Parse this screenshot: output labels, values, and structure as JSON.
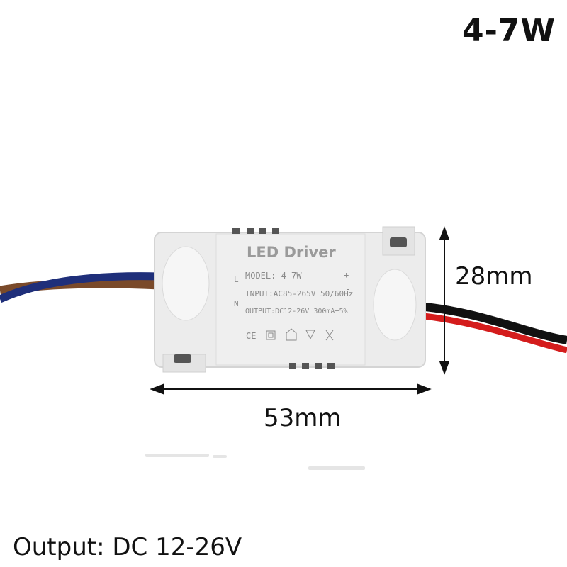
{
  "wattage": "4-7W",
  "dimensions": {
    "height": "28mm",
    "width": "53mm"
  },
  "output_spec": "Output: DC 12-26V",
  "driver_label": {
    "title": "LED Driver",
    "model": "MODEL: 4-7W",
    "input": "INPUT:AC85-265V 50/60Hz",
    "output": "OUTPUT:DC12-26V 300mA±5%",
    "pin_l": "L",
    "pin_n": "N",
    "plus": "+",
    "minus": "-"
  },
  "colors": {
    "wire_blue": "#1f2f7a",
    "wire_brown": "#7a4a2a",
    "wire_red": "#d41c1c",
    "wire_black": "#111111",
    "housing": "#ececec"
  }
}
